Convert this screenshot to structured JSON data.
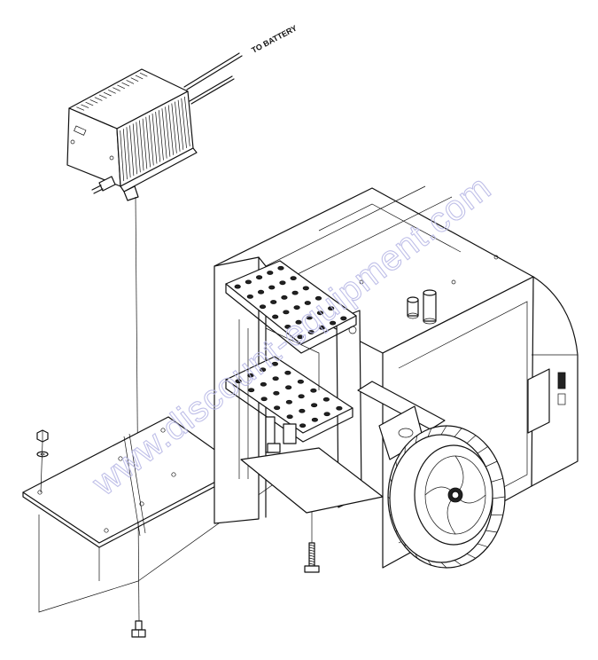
{
  "diagram": {
    "callouts": {
      "to_battery": "TO BATTERY"
    },
    "watermark": "www.discount-equipment.com",
    "colors": {
      "line": "#111111",
      "background": "#ffffff",
      "watermark": "#b9b9e6"
    },
    "icons": [
      "charger-unit",
      "mounting-plate",
      "hex-bolt",
      "hex-nut",
      "flat-washer",
      "carriage-bolt",
      "pallet-truck-chassis",
      "drive-wheel"
    ]
  }
}
